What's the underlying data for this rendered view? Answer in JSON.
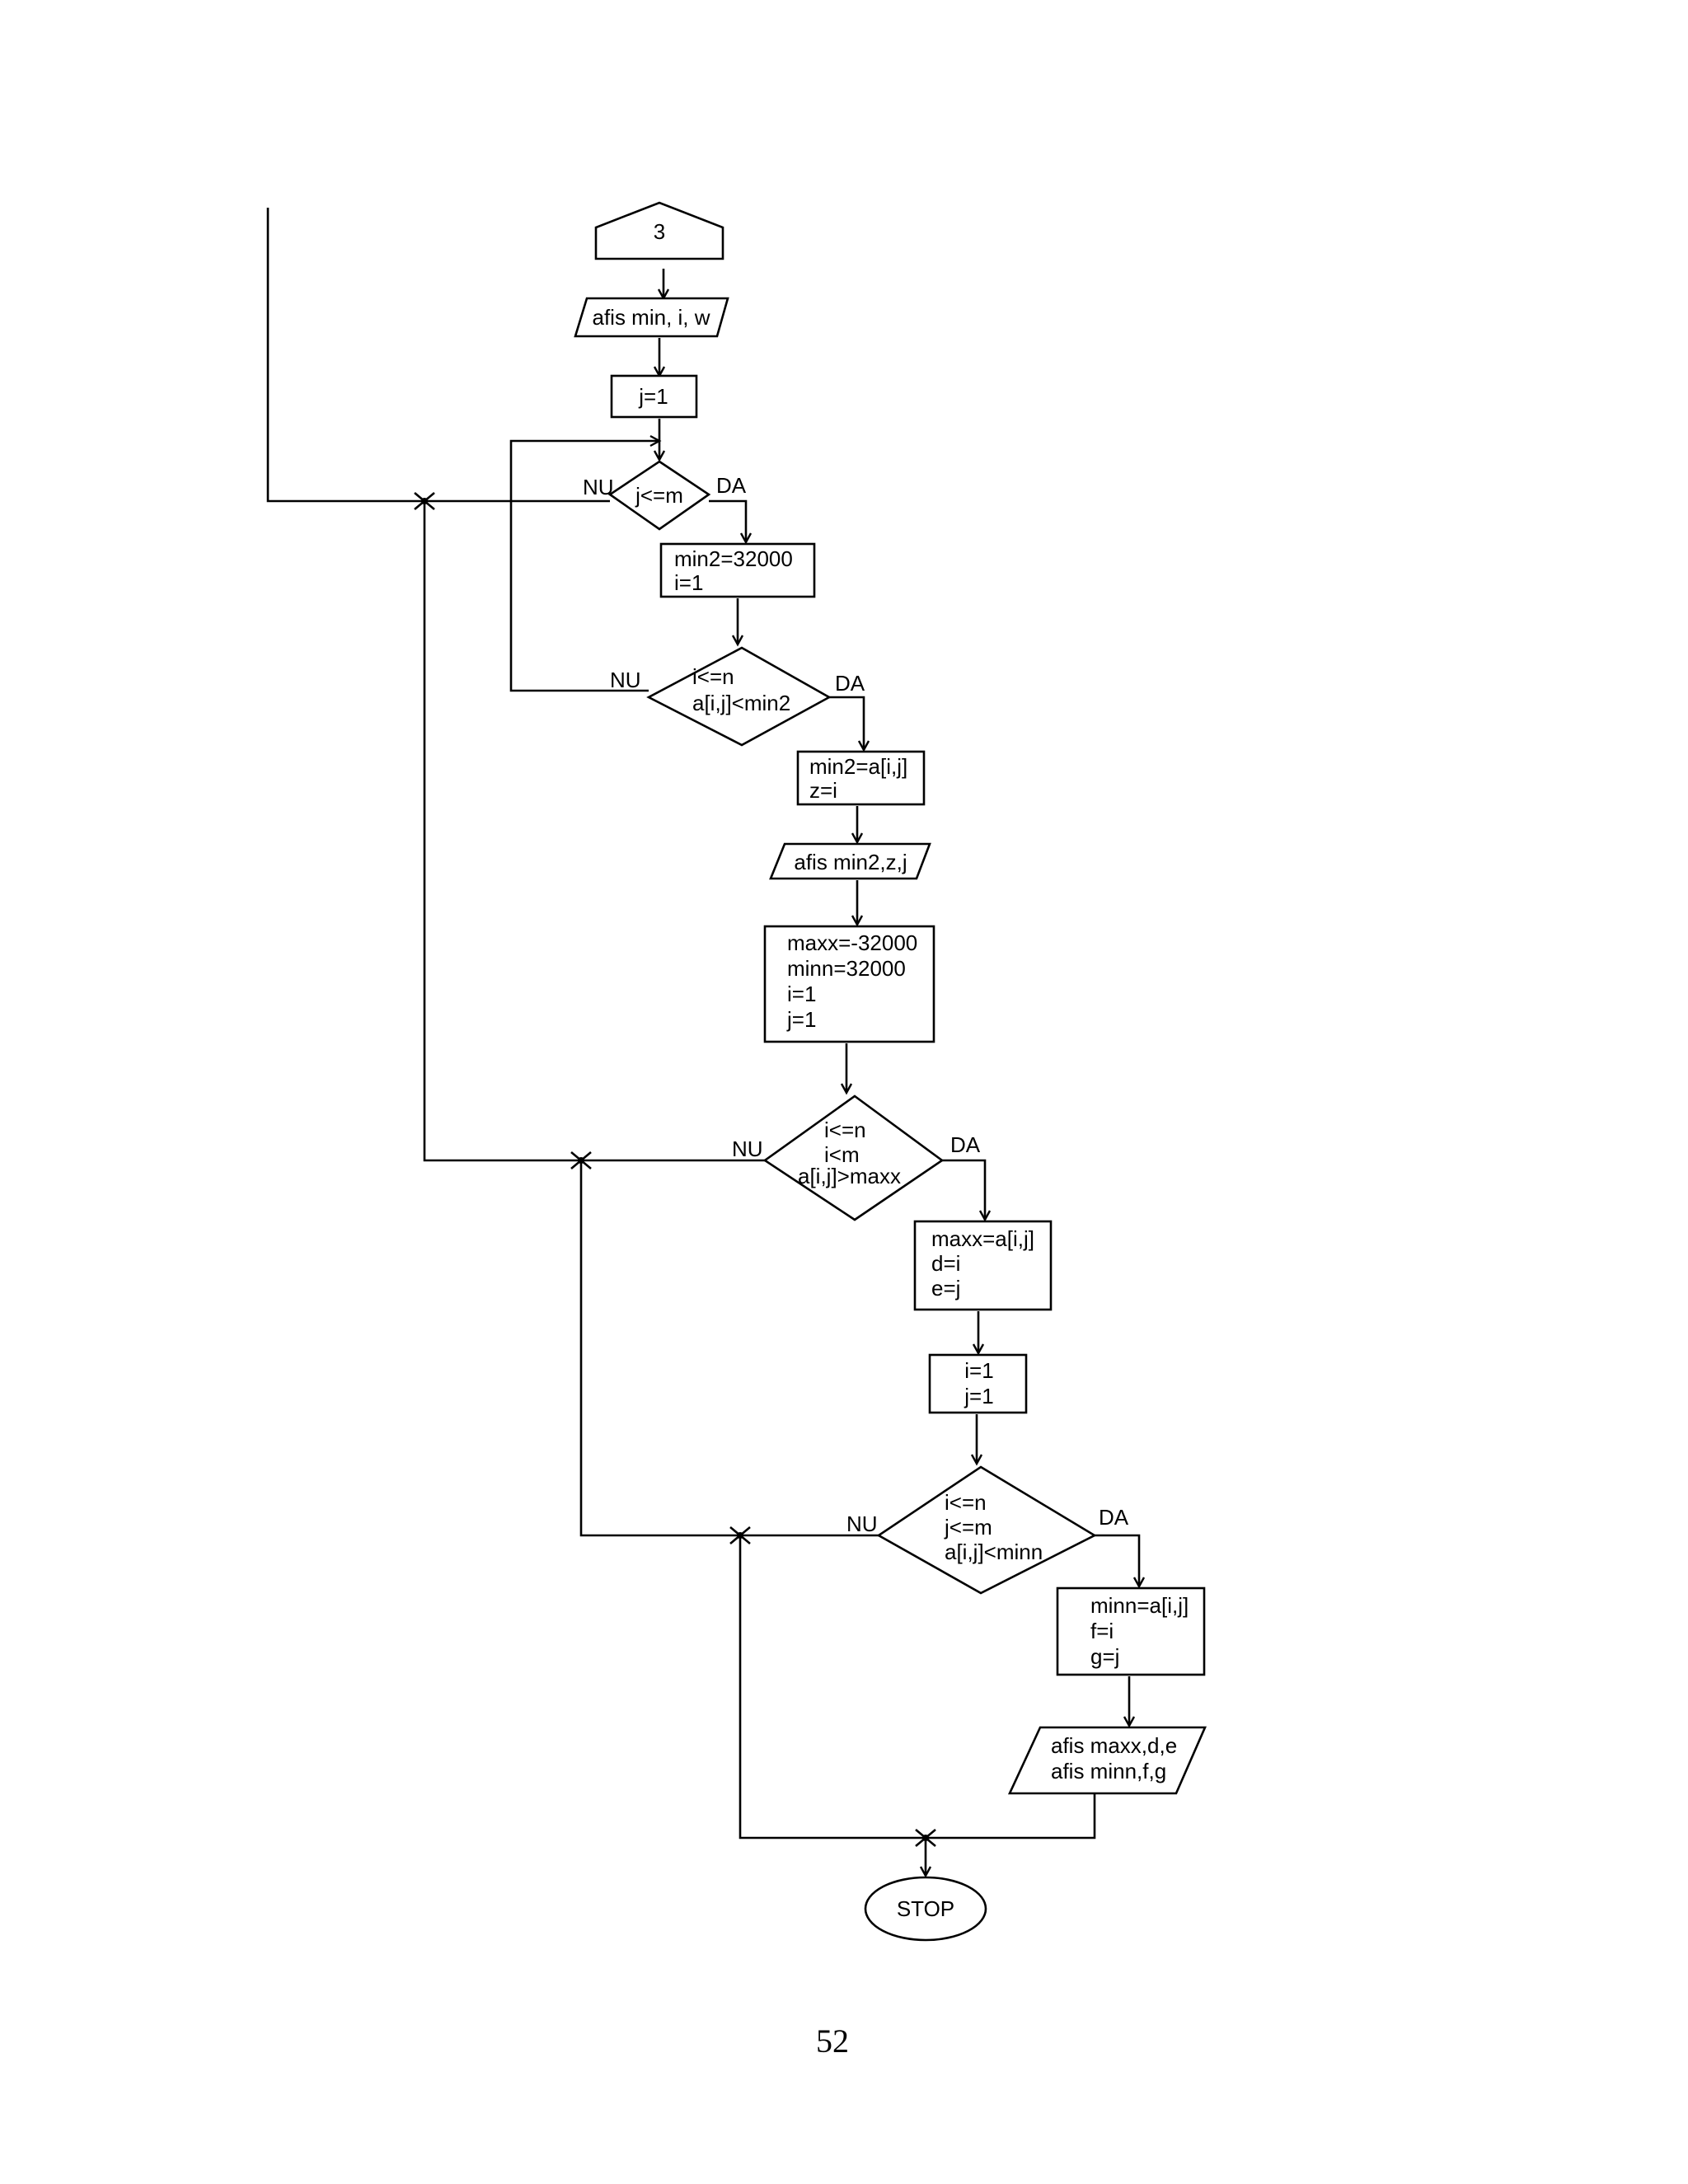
{
  "flowchart": {
    "connector": "3",
    "output_1": "afis min, i, w",
    "assign_j1": "j=1",
    "decision_1": {
      "text": "j<=m",
      "no": "NU",
      "yes": "DA"
    },
    "process_1": [
      "min2=32000",
      "i=1"
    ],
    "decision_2": {
      "lines": [
        "i<=n",
        "a[i,j]<min2"
      ],
      "no": "NU",
      "yes": "DA"
    },
    "process_2": [
      "min2=a[i,j]",
      "z=i"
    ],
    "output_2": "afis min2,z,j",
    "process_3": [
      "maxx=-32000",
      "minn=32000",
      "i=1",
      "j=1"
    ],
    "decision_3": {
      "lines": [
        "i<=n",
        "i<m",
        "a[i,j]>maxx"
      ],
      "no": "NU",
      "yes": "DA"
    },
    "process_4": [
      "maxx=a[i,j]",
      "d=i",
      "e=j"
    ],
    "process_5": [
      "i=1",
      "j=1"
    ],
    "decision_4": {
      "lines": [
        "i<=n",
        "j<=m",
        "a[i,j]<minn"
      ],
      "no": "NU",
      "yes": "DA"
    },
    "process_6": [
      "minn=a[i,j]",
      "f=i",
      "g=j"
    ],
    "output_3": [
      "afis maxx,d,e",
      "afis minn,f,g"
    ],
    "terminator": "STOP"
  },
  "page_number": "52"
}
